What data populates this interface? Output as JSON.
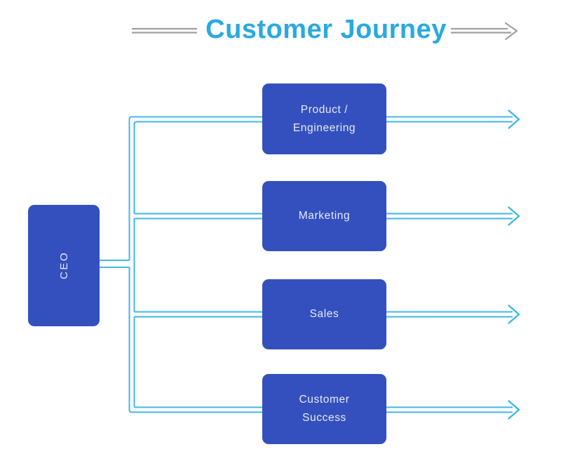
{
  "title": {
    "text": "Customer Journey"
  },
  "colors": {
    "bg": "#FFFFFF",
    "title": "#29A9E1",
    "line": "#41B6E8",
    "gray": "#9EA0A4",
    "box": "#3350BE",
    "boxText": "#E8ECF8"
  },
  "ceo": {
    "label": "CEO"
  },
  "departments": [
    {
      "label": "Product / Engineering",
      "lines": [
        "Product /",
        "Engineering"
      ]
    },
    {
      "label": "Marketing",
      "lines": [
        "Marketing"
      ]
    },
    {
      "label": "Sales",
      "lines": [
        "Sales"
      ]
    },
    {
      "label": "Customer Success",
      "lines": [
        "Customer",
        "Success"
      ]
    }
  ],
  "icons": {
    "title_arrow": "double-line-arrow-right",
    "branch_arrow": "double-line-arrow-right"
  }
}
